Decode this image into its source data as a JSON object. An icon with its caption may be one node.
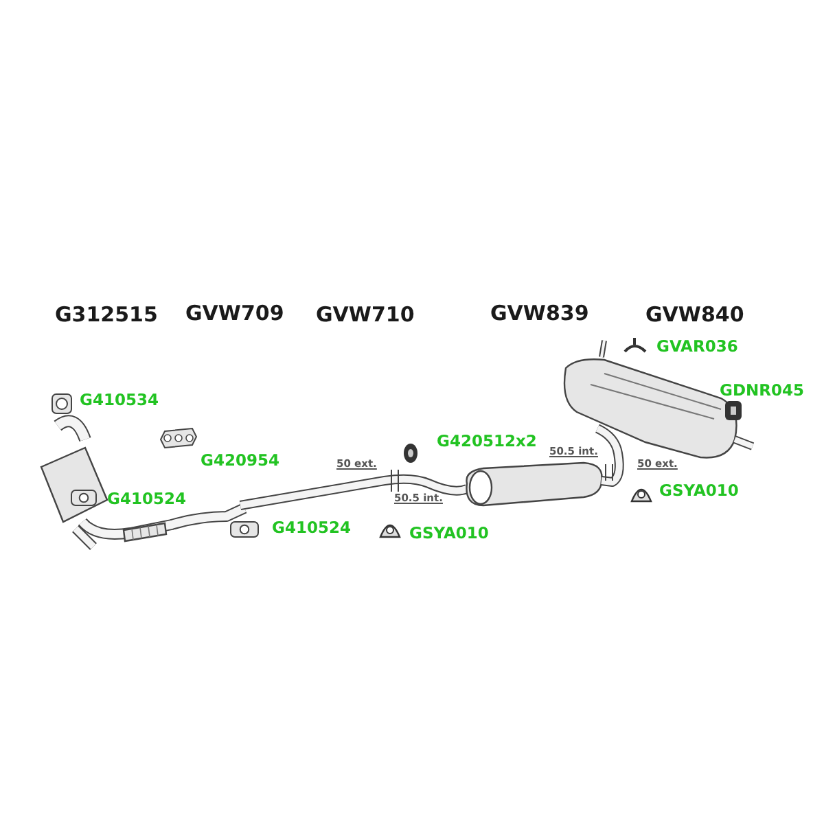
{
  "diagram": {
    "labels": [
      "G312515",
      "GVW709",
      "GVW710",
      "GVW839",
      "GVW840",
      "GVAR036",
      "GDNR045",
      "G410534",
      "G420512x2",
      "50.5 int.",
      "G420954",
      "50 ext.",
      "50 ext.",
      "GSYA010",
      "G410524",
      "50.5 int.",
      "G410524",
      "GSYA010"
    ]
  }
}
